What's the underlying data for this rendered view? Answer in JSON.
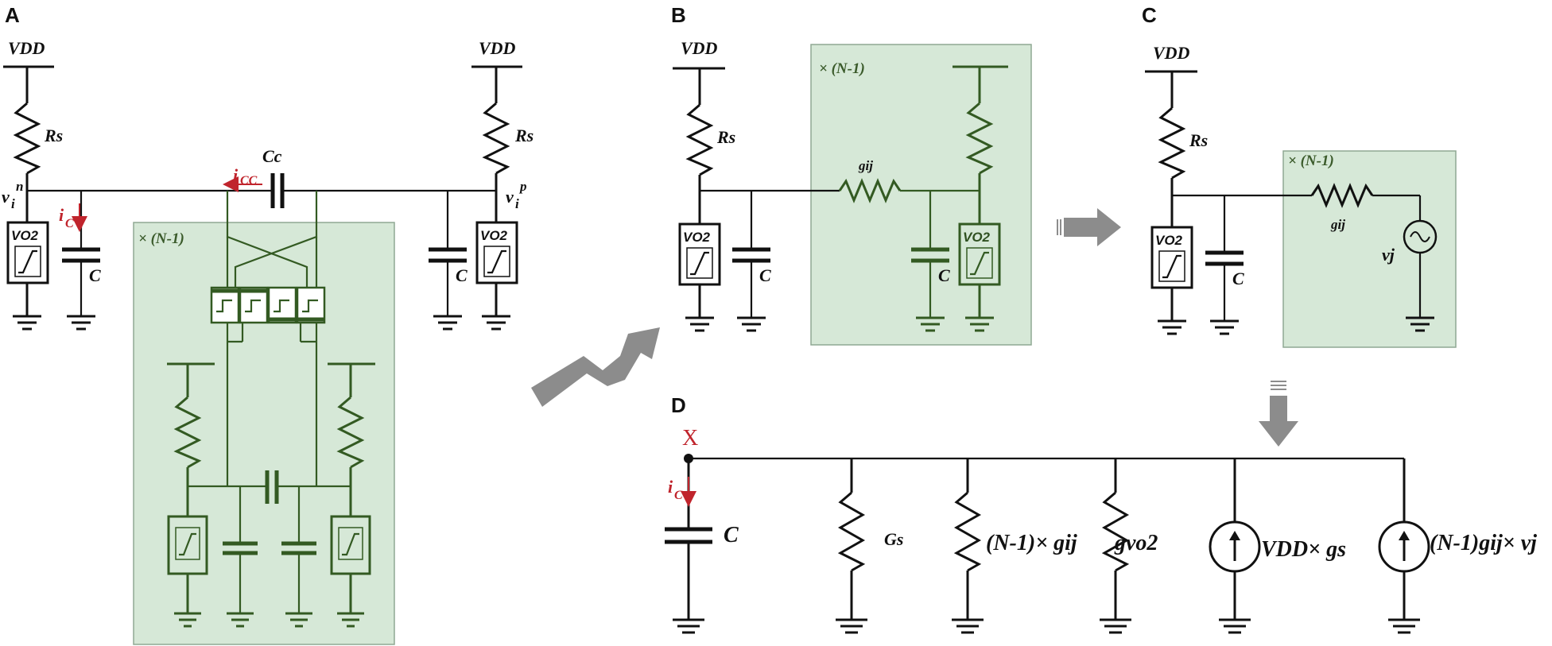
{
  "panels": {
    "a": "A",
    "b": "B",
    "c": "C",
    "d": "D"
  },
  "labels": {
    "vdd": "VDD",
    "rs": "Rs",
    "cc": "Cc",
    "c": "C",
    "vo2": "VO2",
    "n_minus_1": "× (N-1)",
    "gij": "gij",
    "vj": "vj",
    "x_node": "X",
    "gs": "Gs",
    "n1_gij": "(N-1)× gij",
    "gvo2": "gvo2",
    "vdd_gs": "VDD× gs",
    "n1_gij_vj": "(N-1)gij× vj"
  },
  "colors": {
    "shade_fill": "#d6e8d7",
    "shade_stroke": "#8fa893",
    "green_wire": "#335a22",
    "red_current": "#c0242c",
    "arrow_gray": "#8c8c8c"
  }
}
